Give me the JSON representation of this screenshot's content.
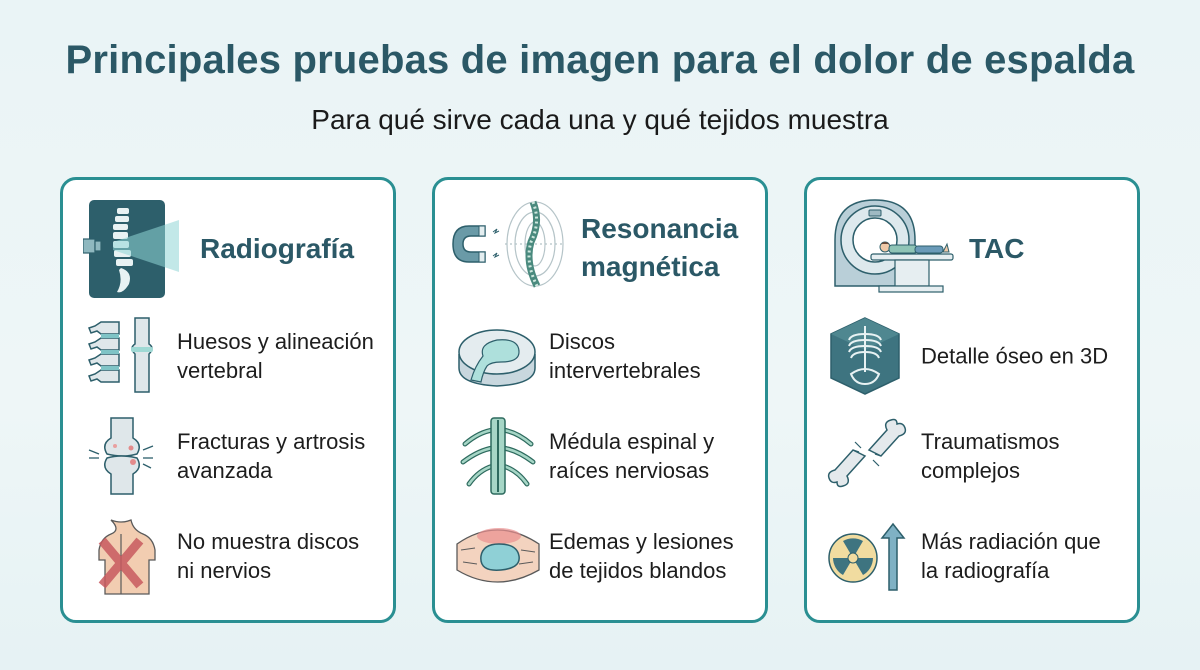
{
  "header": {
    "title": "Principales pruebas de imagen para el dolor de espalda",
    "subtitle": "Para qué sirve cada una y qué tejidos muestra"
  },
  "colors": {
    "title": "#2b5866",
    "card_border": "#2a8f92",
    "background": "#eaf4f6",
    "icon_dark": "#2d5f6b",
    "icon_teal": "#7fc4c6"
  },
  "cards": [
    {
      "title": "Radiografía",
      "icon": "xray-spine-icon",
      "items": [
        {
          "icon": "bones-alignment-icon",
          "line1": "Huesos y alineación",
          "line2": "vertebral"
        },
        {
          "icon": "fractured-joint-icon",
          "line1": "Fracturas y artrosis",
          "line2": "avanzada"
        },
        {
          "icon": "back-cross-icon",
          "line1": "No muestra discos",
          "line2": "ni nervios"
        }
      ]
    },
    {
      "title_line1": "Resonancia",
      "title_line2": "magnética",
      "icon": "magnet-spine-icon",
      "items": [
        {
          "icon": "disc-icon",
          "line1": "Discos",
          "line2": "intervertebrales"
        },
        {
          "icon": "spinal-cord-icon",
          "line1": "Médula espinal y",
          "line2": "raíces nerviosas"
        },
        {
          "icon": "soft-tissue-edema-icon",
          "line1": "Edemas y lesiones",
          "line2": "de tejidos blandos"
        }
      ]
    },
    {
      "title": "TAC",
      "icon": "ct-scanner-icon",
      "items": [
        {
          "icon": "skeleton-3d-icon",
          "line1": "Detalle óseo en 3D",
          "line2": ""
        },
        {
          "icon": "broken-bone-icon",
          "line1": "Traumatismos",
          "line2": "complejos"
        },
        {
          "icon": "radiation-up-icon",
          "line1": "Más radiación que",
          "line2": "la radiografía"
        }
      ]
    }
  ]
}
